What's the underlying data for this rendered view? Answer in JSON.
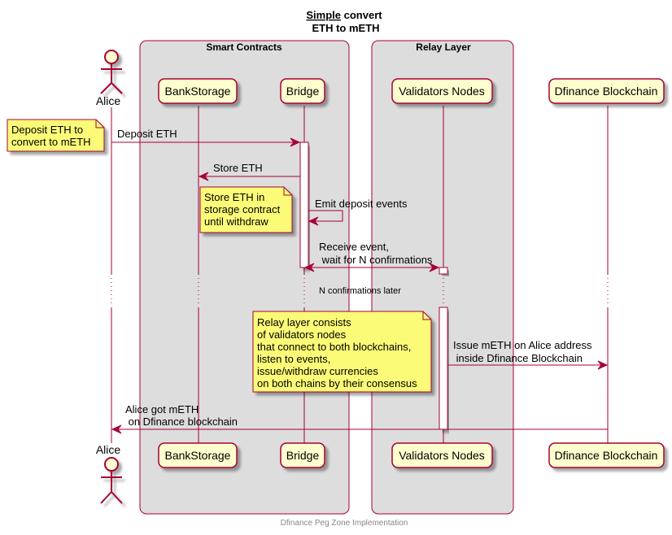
{
  "title": {
    "line1_underlined": "Simple",
    "line1_rest": " convert",
    "line2": "ETH to mETH"
  },
  "colors": {
    "border": "#A80036",
    "participant_fill": "#FEFECE",
    "box_fill": "#DDDDDD",
    "note_fill": "#FBFB77",
    "lifeline": "#A80036",
    "footer_text": "#888888"
  },
  "boxes": [
    {
      "label": "Smart Contracts"
    },
    {
      "label": "Relay Layer"
    }
  ],
  "participants": [
    {
      "id": "alice",
      "label": "Alice",
      "kind": "actor"
    },
    {
      "id": "bankstorage",
      "label": "BankStorage",
      "kind": "participant"
    },
    {
      "id": "bridge",
      "label": "Bridge",
      "kind": "participant"
    },
    {
      "id": "validators",
      "label": "Validators Nodes",
      "kind": "participant"
    },
    {
      "id": "dfinance",
      "label": "Dfinance Blockchain",
      "kind": "participant"
    }
  ],
  "messages": [
    {
      "from": "alice",
      "to": "bridge",
      "lines": [
        "Deposit ETH"
      ]
    },
    {
      "from": "bridge",
      "to": "bankstorage",
      "lines": [
        "Store ETH"
      ]
    },
    {
      "from": "bridge",
      "to": "bridge",
      "lines": [
        "Emit deposit events"
      ]
    },
    {
      "from": "bridge",
      "to": "validators",
      "bidirectional": true,
      "lines": [
        "Receive event,",
        " wait for N confirmations"
      ]
    },
    {
      "from": "validators",
      "to": "dfinance",
      "lines": [
        "Issue mETH on Alice address",
        " inside Dfinance Blockchain"
      ]
    },
    {
      "from": "dfinance",
      "to": "alice",
      "lines": [
        "Alice got mETH",
        " on Dfinance blockchain"
      ]
    }
  ],
  "notes": [
    {
      "anchor": "alice",
      "lines": [
        "Deposit ETH to",
        "convert to mETH"
      ]
    },
    {
      "anchor": "bankstorage",
      "lines": [
        "Store ETH in",
        "storage contract",
        "until withdraw"
      ]
    },
    {
      "anchor": "bridge",
      "lines": [
        "Relay layer consists",
        "of validators nodes",
        "that connect to both blockchains,",
        "listen to events,",
        "issue/withdraw currencies",
        "on both chains by their consensus"
      ]
    }
  ],
  "divider": {
    "label": "N confirmations later"
  },
  "footer": "Dfinance Peg Zone Implementation"
}
